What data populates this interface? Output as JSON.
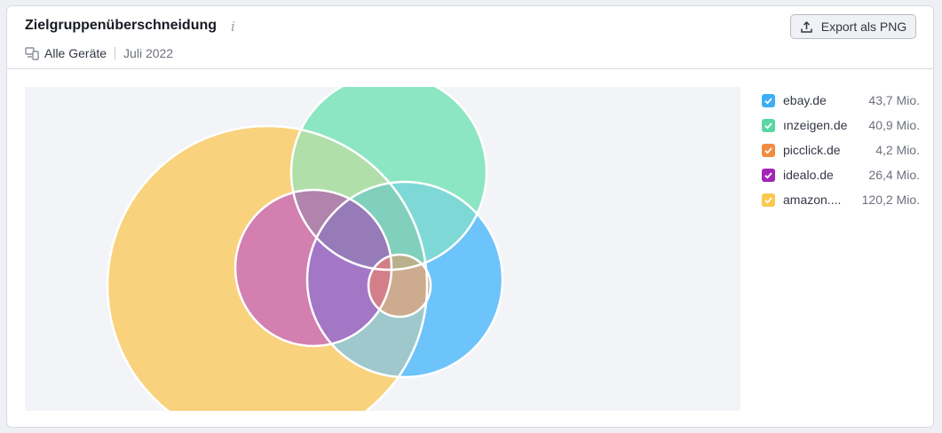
{
  "header": {
    "title": "Zielgruppenüberschneidung",
    "info_icon": "info-icon",
    "device_icon": "devices-icon",
    "device_label": "Alle Geräte",
    "date_label": "Juli 2022",
    "export_label": "Export als PNG",
    "export_icon": "upload-icon"
  },
  "legend": [
    {
      "name": "ebay.de",
      "value": "43,7 Mio.",
      "color": "#3daef5",
      "checked": true
    },
    {
      "name": "ınzeigen.de",
      "value": "40,9 Mio.",
      "color": "#59d6a4",
      "checked": true
    },
    {
      "name": "picclick.de",
      "value": "4,2 Mio.",
      "color": "#f28c43",
      "checked": true
    },
    {
      "name": "idealo.de",
      "value": "26,4 Mio.",
      "color": "#a226b6",
      "checked": true
    },
    {
      "name": "amazon....",
      "value": "120,2 Mio.",
      "color": "#fbc94f",
      "checked": true
    }
  ],
  "venn": {
    "background": "#f3f4f8",
    "colors": {
      "amazon": "#f9d27e",
      "ebay": "#6cc4fb",
      "kleinanzeigen": "#8de6c3",
      "idealo": "#d37fb0",
      "picclick": "#f8a469"
    }
  }
}
